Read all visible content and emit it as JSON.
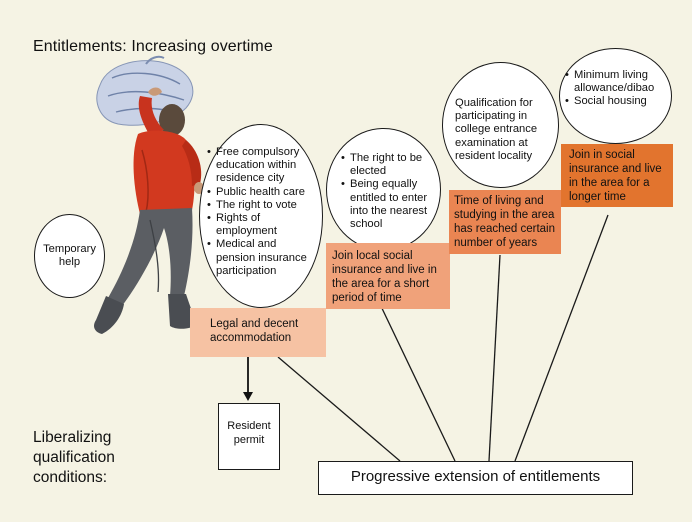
{
  "title": "Entitlements: Increasing overtime",
  "liberalizing": [
    "Liberalizing",
    "qualification",
    "conditions:"
  ],
  "ellipses": {
    "temporary": [
      "Temporary",
      "help"
    ],
    "basic": [
      "Free compulsory education within residence city",
      "Public health care",
      "The right to vote",
      "Rights of employment",
      "Medical and pension insurance participation"
    ],
    "elected": [
      "The right to be elected",
      "Being equally entitled to enter into the nearest school"
    ],
    "college": "Qualification for participating in college entrance examination at resident locality",
    "dibao": [
      "Minimum living allowance/dibao",
      "Social housing"
    ]
  },
  "conditions": {
    "accommodation": "Legal and decent accommodation",
    "join_short": "Join local social insurance  and live in the area for a short period of time",
    "time_living": "Time of living and studying in the area has reached certain number of years",
    "join_longer": "Join in social insurance and live in the area for a longer time"
  },
  "resident_permit": "Resident permit",
  "progressive": "Progressive extension of entitlements",
  "colors": {
    "background": "#f5f3e4",
    "accommodation_fill": "#f6c2a3",
    "join_short_fill": "#f0a27a",
    "time_living_fill": "#ea8552",
    "join_longer_fill": "#e2742e"
  }
}
